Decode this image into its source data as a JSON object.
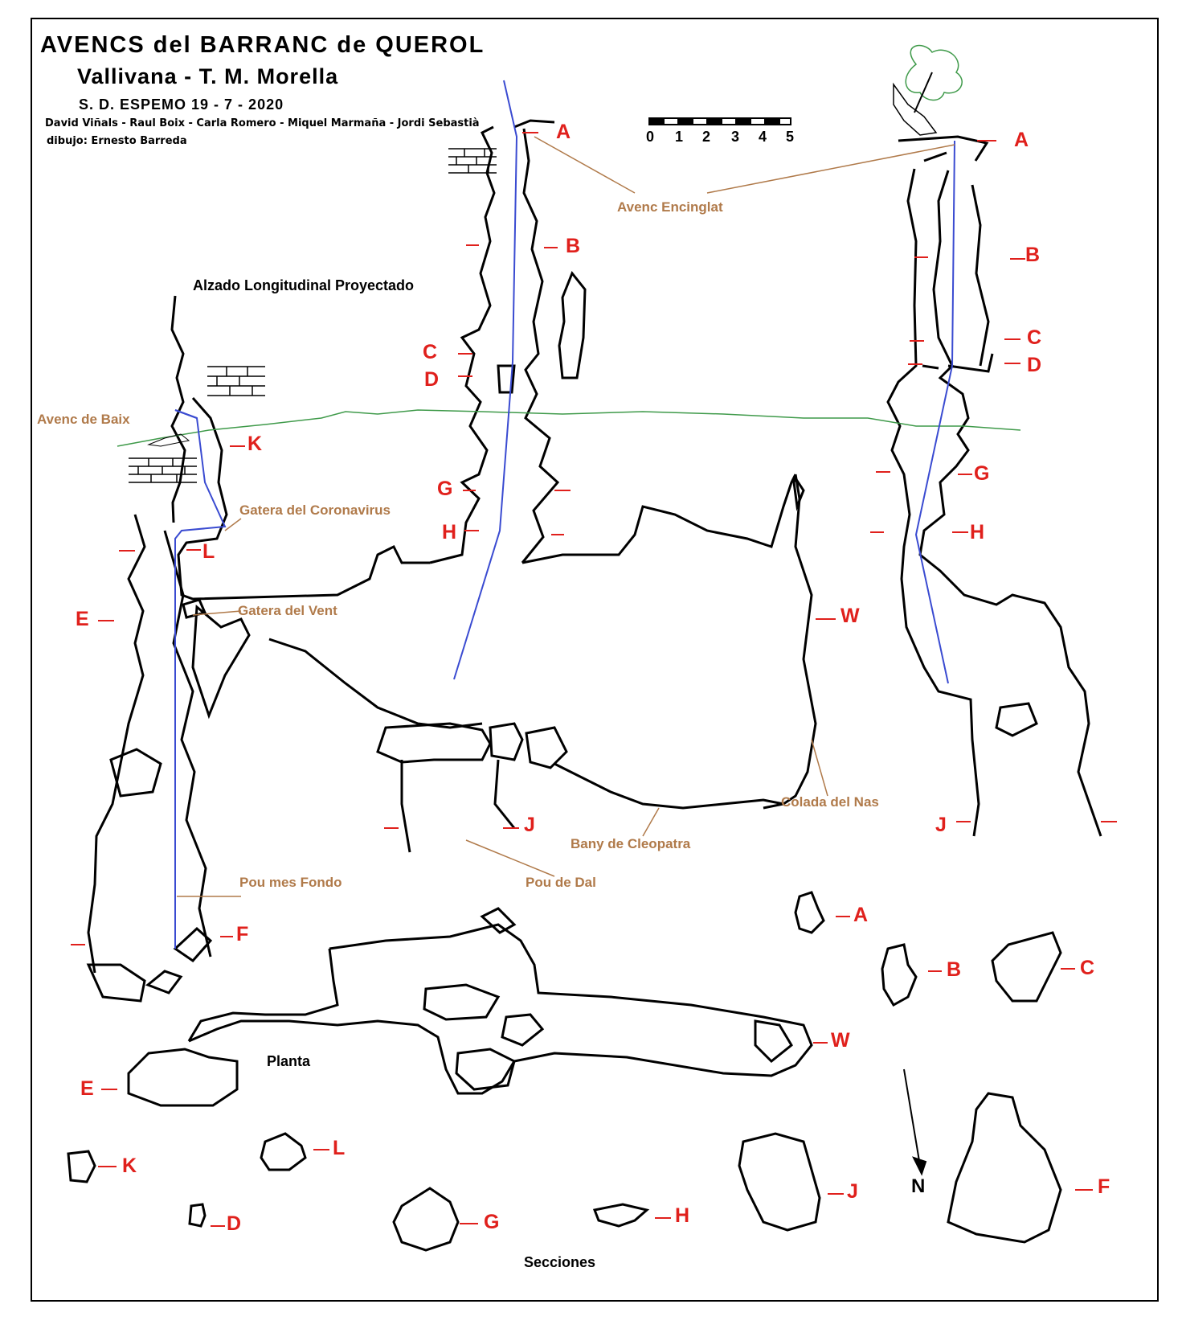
{
  "header": {
    "title": "AVENCS del BARRANC de  QUEROL",
    "subtitle": "Vallivana -  T. M. Morella",
    "expedition": "S.  D. ESPEMO    19  -  7  -  2020",
    "authors": "David Viñals - Raul Boix - Carla Romero - Miquel Marmaña - Jordi Sebastià",
    "drawing": "dibujo:  Ernesto Barreda"
  },
  "scale": {
    "ticks": [
      "0",
      "1",
      "2",
      "3",
      "4",
      "5"
    ]
  },
  "views": {
    "elevation": "Alzado Longitudinal  Proyectado",
    "plan": "Planta",
    "sections": "Secciones"
  },
  "places": {
    "avenc_encinglat": "Avenc Encinglat",
    "avenc_de_baix": "Avenc  de Baix",
    "gatera_coronavirus": "Gatera del Coronavirus",
    "gatera_vent": "Gatera del Vent",
    "colada_nas": "Colada  del Nas",
    "bany_cleopatra": "Bany  de Cleopatra",
    "pou_mes_fondo": "Pou mes Fondo",
    "pou_de_dal": "Pou de Dal"
  },
  "north": "N",
  "colors": {
    "survey_line": "#3a4bd1",
    "label_red": "#e0201c",
    "place_brown": "#b07a4a",
    "surface_green": "#3f9a4a",
    "rock_fill": "#c29a5e"
  },
  "section_letters": {
    "e1_A": "A",
    "e1_B": "B",
    "e1_C": "C",
    "e1_D": "D",
    "e1_G": "G",
    "e1_H": "H",
    "e2_A": "A",
    "e2_B": "B",
    "e2_C": "C",
    "e2_D": "D",
    "e2_G": "G",
    "e2_H": "H",
    "e2_J": "J",
    "e3_K": "K",
    "e3_L": "L",
    "e3_E": "E",
    "e3_F": "F",
    "e3_J": "J",
    "e3_W": "W",
    "s_A": "A",
    "s_B": "B",
    "s_C": "C",
    "s_W": "W",
    "s_E": "E",
    "s_K": "K",
    "s_L": "L",
    "s_D": "D",
    "s_G": "G",
    "s_H": "H",
    "s_J": "J",
    "s_F": "F"
  }
}
